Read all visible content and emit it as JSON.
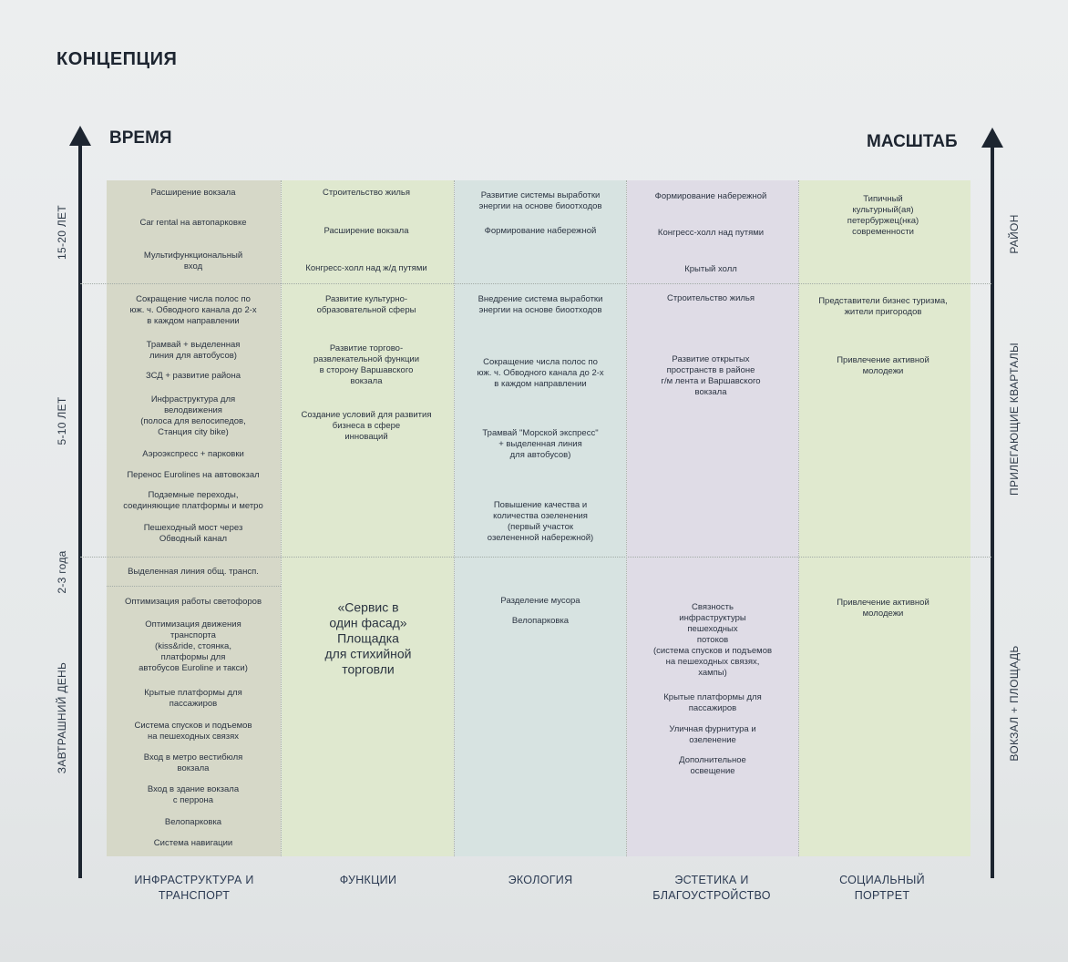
{
  "title": "КОНЦЕПЦИЯ",
  "axes": {
    "left_label": "ВРЕМЯ",
    "right_label": "МАСШТАБ",
    "time_periods": [
      "15-20 ЛЕТ",
      "5-10 ЛЕТ",
      "2-3 года",
      "ЗАВТРАШНИЙ ДЕНЬ"
    ],
    "scale_levels": [
      "РАЙОН",
      "ПРИЛЕГАЮЩИЕ КВАРТАЛЫ",
      "ВОКЗАЛ + ПЛОЩАДЬ"
    ]
  },
  "columns": [
    {
      "header": "ИНФРАСТРУКТУРА И\nТРАНСПОРТ",
      "items": [
        "Расширение вокзала",
        "Car rental на автопарковке",
        "Мультифункциональный\nвход",
        "Сокращение числа полос по\nюж. ч. Обводного канала до 2-х\nв каждом направлении",
        "Трамвай + выделенная\nлиния для автобусов)",
        "ЗСД + развитие района",
        "Инфраструктура для\nвелодвижения\n(полоса для велосипедов,\nСтанция city bike)",
        "Аэроэкспресс + парковки",
        "Перенос Eurolines на автовокзал",
        "Подземные переходы,\nсоединяющие платформы и метро",
        "Пешеходный мост через\nОбводный канал",
        "Выделенная линия общ. трансп.",
        "Оптимизация работы светофоров",
        "Оптимизация движения\nтранспорта\n(kiss&ride, стоянка,\nплатформы для\nавтобусов Euroline и такси)",
        "Крытые платформы для\nпассажиров",
        "Система спусков и подъемов\nна пешеходных связях",
        "Вход в метро вестибюля\nвокзала",
        "Вход в здание вокзала\nс перрона",
        "Велопарковка",
        "Система навигации"
      ]
    },
    {
      "header": "ФУНКЦИИ",
      "items": [
        "Строительство жилья",
        "Расширение вокзала",
        "Конгресс-холл над ж/д путями",
        "Развитие культурно-\nобразовательной сферы",
        "Развитие торгово-\nразвлекательной функции\nв сторону Варшавского\nвокзала",
        "Создание условий для развития\nбизнеса в сфере\nинноваций",
        "«Сервис в\nодин фасад»\nПлощадка\nдля стихийной\nторговли"
      ]
    },
    {
      "header": "ЭКОЛОГИЯ",
      "items": [
        "Развитие системы выработки\nэнергии на основе биоотходов",
        "Формирование набережной",
        "Внедрение система выработки\nэнергии на основе биоотходов",
        "Сокращение числа полос по\nюж. ч. Обводного канала до 2-х\nв каждом направлении",
        "Трамвай \"Морской экспресс\"\n+ выделенная линия\nдля автобусов)",
        "Повышение качества и\nколичества озеленения\n(первый участок\nозелененной набережной)",
        "Разделение мусора",
        "Велопарковка"
      ]
    },
    {
      "header": "ЭСТЕТИКА И\nБЛАГОУСТРОЙСТВО",
      "items": [
        "Формирование набережной",
        "Конгресс-холл над путями",
        "Крытый холл",
        "Строительство жилья",
        "Развитие открытых\nпространств в районе\nг/м лента и Варшавского\nвокзала",
        "Связность\nинфраструктуры\nпешеходных\nпотоков\n(система спусков и подъемов\nна пешеходных связях,\nхампы)",
        "Крытые платформы для\nпассажиров",
        "Уличная фурнитура и\nозеленение",
        "Дополнительное\nосвещение"
      ]
    },
    {
      "header": "СОЦИАЛЬНЫЙ\nПОРТРЕТ",
      "items": [
        "Типичный\nкультурный(ая)\nпетербуржец(нка)\nсовременности",
        "Представители бизнес туризма,\nжители пригородов",
        "Привлечение активной\nмолодежи",
        "Привлечение активной\nмолодежи"
      ]
    }
  ]
}
